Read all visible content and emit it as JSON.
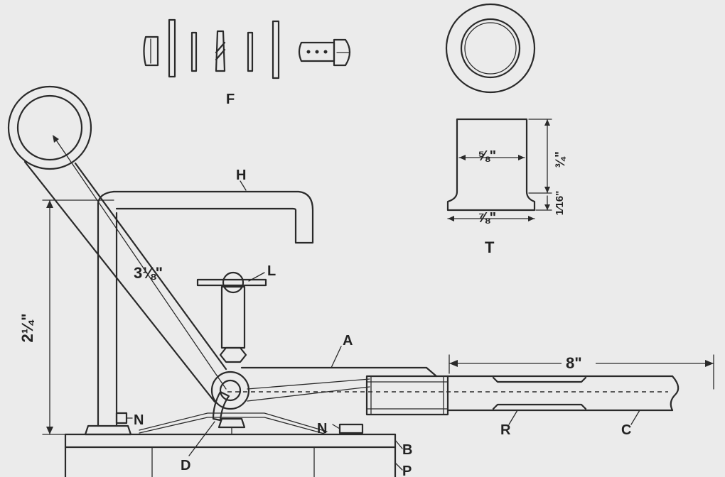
{
  "labels": {
    "F": "F",
    "H": "H",
    "L": "L",
    "A": "A",
    "N_left": "N",
    "N_right": "N",
    "D": "D",
    "B": "B",
    "P": "P",
    "R": "R",
    "C": "C",
    "T": "T"
  },
  "dimensions": {
    "handle_length": "3⅛\"",
    "height": "2¼\"",
    "shaft_length": "8\"",
    "ferrule_inner": "⅝\"",
    "ferrule_base": "⅞\"",
    "ferrule_height": "¾\"",
    "ferrule_flange": "1⁄16\""
  },
  "colors": {
    "paper": "#ebebeb",
    "ink": "#2a2a2a"
  }
}
